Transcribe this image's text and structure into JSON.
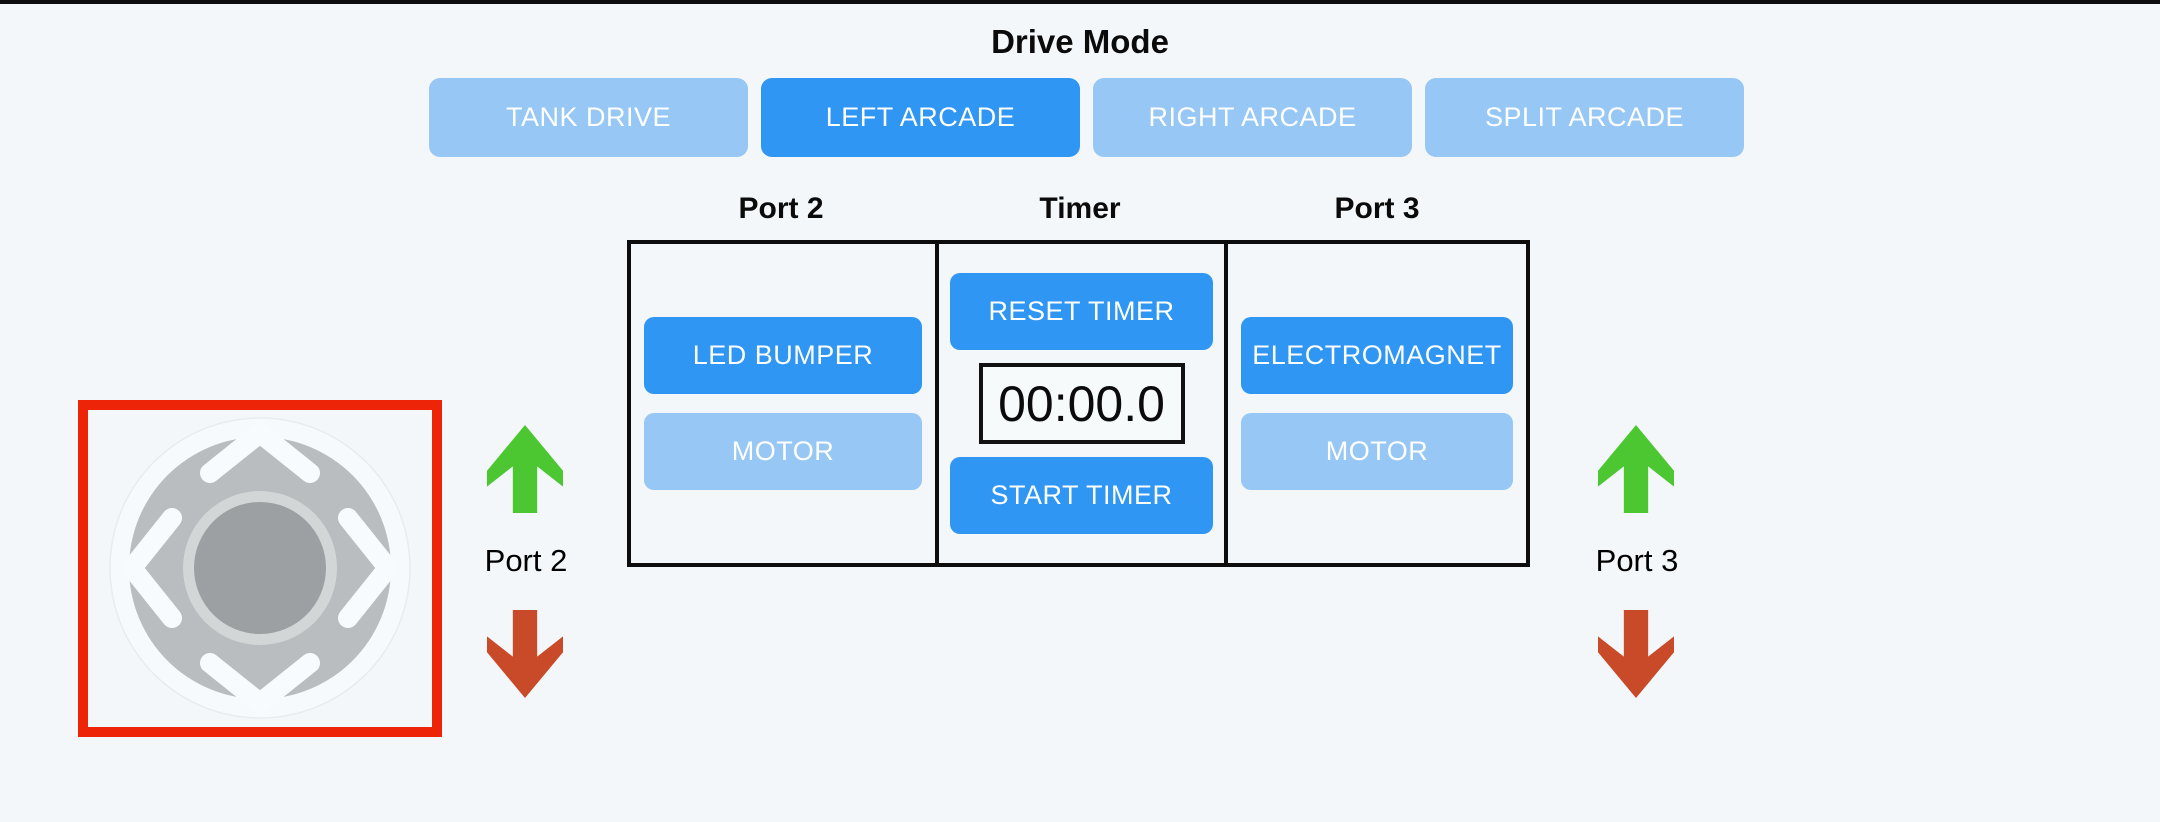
{
  "title": "Drive Mode",
  "drive_mode": {
    "active_mode": "LEFT ARCADE",
    "buttons": [
      {
        "label": "TANK DRIVE",
        "active": false
      },
      {
        "label": "LEFT ARCADE",
        "active": true
      },
      {
        "label": "RIGHT ARCADE",
        "active": false
      },
      {
        "label": "SPLIT ARCADE",
        "active": false
      }
    ]
  },
  "control_panel": {
    "columns": [
      {
        "header": "Port 2",
        "buttons": [
          {
            "label": "LED BUMPER",
            "state": "active"
          },
          {
            "label": "MOTOR",
            "state": "inactive"
          }
        ]
      },
      {
        "header": "Timer",
        "reset_label": "RESET TIMER",
        "timer_value": "00:00.0",
        "start_label": "START TIMER"
      },
      {
        "header": "Port 3",
        "buttons": [
          {
            "label": "ELECTROMAGNET",
            "state": "active"
          },
          {
            "label": "MOTOR",
            "state": "inactive"
          }
        ]
      }
    ]
  },
  "joystick": {
    "highlighted": true,
    "icons": [
      "chevron-up-icon",
      "chevron-right-icon",
      "chevron-down-icon",
      "chevron-left-icon"
    ]
  },
  "port_indicators": [
    {
      "label": "Port 2",
      "up_arrow_color": "green",
      "down_arrow_color": "red"
    },
    {
      "label": "Port 3",
      "up_arrow_color": "green",
      "down_arrow_color": "red"
    }
  ],
  "colors": {
    "bg": "#f3f7f9",
    "accent_blue": "#2f96f3",
    "light_blue": "#97c7f4",
    "frame_red": "#ed2408",
    "arrow_green": "#4dc731",
    "arrow_red": "#c94a28",
    "panel_border": "#0d0d0d",
    "text_dark": "#0b0b0b"
  }
}
